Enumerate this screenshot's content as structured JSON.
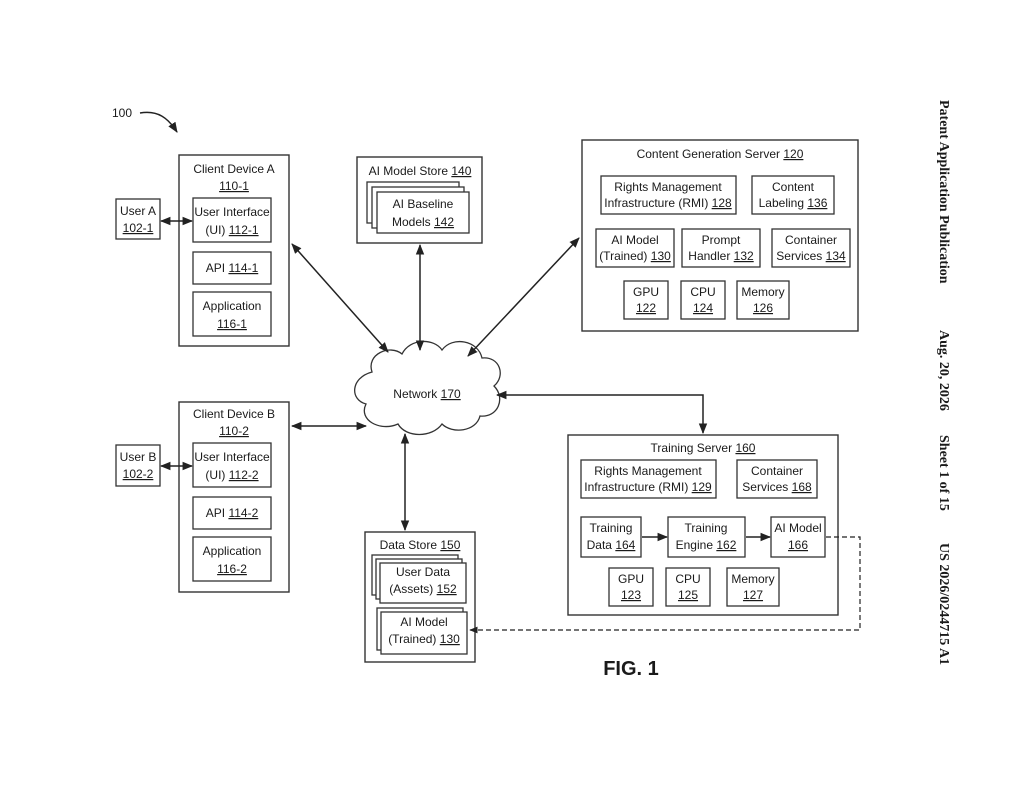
{
  "figure": {
    "ref": "100",
    "caption": "FIG. 1",
    "header": {
      "title": "Patent Application Publication",
      "date": "Aug. 20, 2026",
      "sheet": "Sheet 1 of 15",
      "number": "US 2026/0244715 A1"
    }
  },
  "nodes": {
    "client_a": {
      "label": "Client Device A",
      "num": "110-1"
    },
    "user_a": {
      "label": "User A",
      "num": "102-1"
    },
    "ui_a": {
      "line1": "User Interface",
      "line2": "(UI)",
      "num": "112-1"
    },
    "api_a": {
      "label": "API",
      "num": "114-1"
    },
    "app_a": {
      "label": "Application",
      "num": "116-1"
    },
    "client_b": {
      "label": "Client Device B",
      "num": "110-2"
    },
    "user_b": {
      "label": "User B",
      "num": "102-2"
    },
    "ui_b": {
      "line1": "User Interface",
      "line2": "(UI)",
      "num": "112-2"
    },
    "api_b": {
      "label": "API",
      "num": "114-2"
    },
    "app_b": {
      "label": "Application",
      "num": "116-2"
    },
    "model_store": {
      "label": "AI Model Store",
      "num": "140"
    },
    "baseline": {
      "line1": "AI Baseline",
      "line2": "Models",
      "num": "142"
    },
    "network": {
      "label": "Network",
      "num": "170"
    },
    "content_server": {
      "label": "Content Generation Server",
      "num": "120"
    },
    "rmi_128": {
      "line1": "Rights Management",
      "line2": "Infrastructure (RMI)",
      "num": "128"
    },
    "labeling": {
      "line1": "Content",
      "line2": "Labeling",
      "num": "136"
    },
    "ai_trained_cs": {
      "line1": "AI Model",
      "line2": "(Trained)",
      "num": "130"
    },
    "prompt": {
      "line1": "Prompt",
      "line2": "Handler",
      "num": "132"
    },
    "container_134": {
      "line1": "Container",
      "line2": "Services",
      "num": "134"
    },
    "gpu_122": {
      "label": "GPU",
      "num": "122"
    },
    "cpu_124": {
      "label": "CPU",
      "num": "124"
    },
    "mem_126": {
      "label": "Memory",
      "num": "126"
    },
    "training_server": {
      "label": "Training Server",
      "num": "160"
    },
    "rmi_129": {
      "line1": "Rights Management",
      "line2": "Infrastructure (RMI)",
      "num": "129"
    },
    "container_168": {
      "line1": "Container",
      "line2": "Services",
      "num": "168"
    },
    "training_data": {
      "line1": "Training",
      "line2": "Data",
      "num": "164"
    },
    "training_engine": {
      "line1": "Training",
      "line2": "Engine",
      "num": "162"
    },
    "ai_model_166": {
      "line1": "AI Model",
      "num": "166"
    },
    "gpu_123": {
      "label": "GPU",
      "num": "123"
    },
    "cpu_125": {
      "label": "CPU",
      "num": "125"
    },
    "mem_127": {
      "label": "Memory",
      "num": "127"
    },
    "data_store": {
      "label": "Data Store",
      "num": "150"
    },
    "user_data": {
      "line1": "User Data",
      "line2": "(Assets)",
      "num": "152"
    },
    "ai_trained_ds": {
      "line1": "AI Model",
      "line2": "(Trained)",
      "num": "130"
    }
  }
}
